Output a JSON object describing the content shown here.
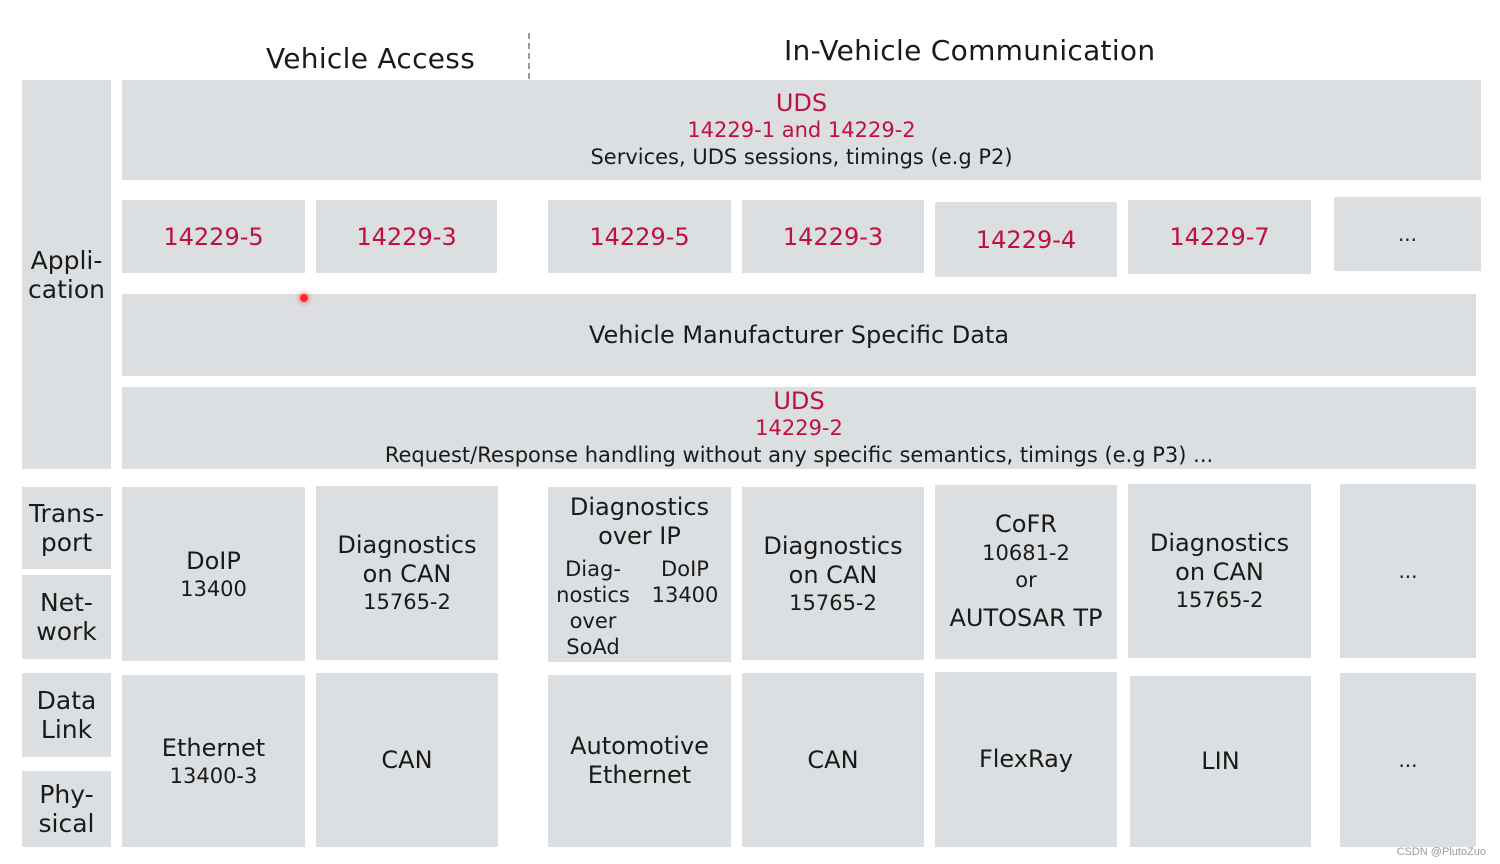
{
  "headers": {
    "vehicle_access": "Vehicle Access",
    "in_vehicle": "In-Vehicle Communication"
  },
  "layers": {
    "application": "Appli-\ncation",
    "transport": "Trans-\nport",
    "network": "Net-\nwork",
    "data_link": "Data\nLink",
    "physical": "Phy-\nsical"
  },
  "uds_top": {
    "title": "UDS",
    "standards": "14229-1 and 14229-2",
    "desc": "Services, UDS sessions, timings (e.g P2)"
  },
  "app_parts": [
    "14229-5",
    "14229-3",
    "14229-5",
    "14229-3",
    "14229-4",
    "14229-7",
    "..."
  ],
  "oem_data": "Vehicle Manufacturer Specific Data",
  "uds_bottom": {
    "title": "UDS",
    "standard": "14229-2",
    "desc": "Request/Response handling without any specific semantics, timings (e.g P3) ..."
  },
  "transport_network": {
    "doip": {
      "name": "DoIP",
      "std": "13400"
    },
    "docan_va": {
      "name": "Diagnostics\non CAN",
      "std": "15765-2"
    },
    "doip_iv": {
      "name": "Diagnostics\nover IP",
      "left": "Diag-\nnostics\nover\nSoAd",
      "right_name": "DoIP",
      "right_std": "13400"
    },
    "docan_iv1": {
      "name": "Diagnostics\non CAN",
      "std": "15765-2"
    },
    "cofr": {
      "name": "CoFR",
      "std": "10681-2",
      "or": "or",
      "alt": "AUTOSAR TP"
    },
    "docan_iv2": {
      "name": "Diagnostics\non CAN",
      "std": "15765-2"
    },
    "more": "..."
  },
  "physical_row": {
    "ethernet": {
      "name": "Ethernet",
      "std": "13400-3"
    },
    "can_va": "CAN",
    "auto_eth": "Automotive\nEthernet",
    "can_iv": "CAN",
    "flexray": "FlexRay",
    "lin": "LIN",
    "more": "..."
  },
  "watermark": "CSDN @PlutoZuo",
  "colors": {
    "box": "#dcdfe1",
    "accent": "#c0103c"
  }
}
